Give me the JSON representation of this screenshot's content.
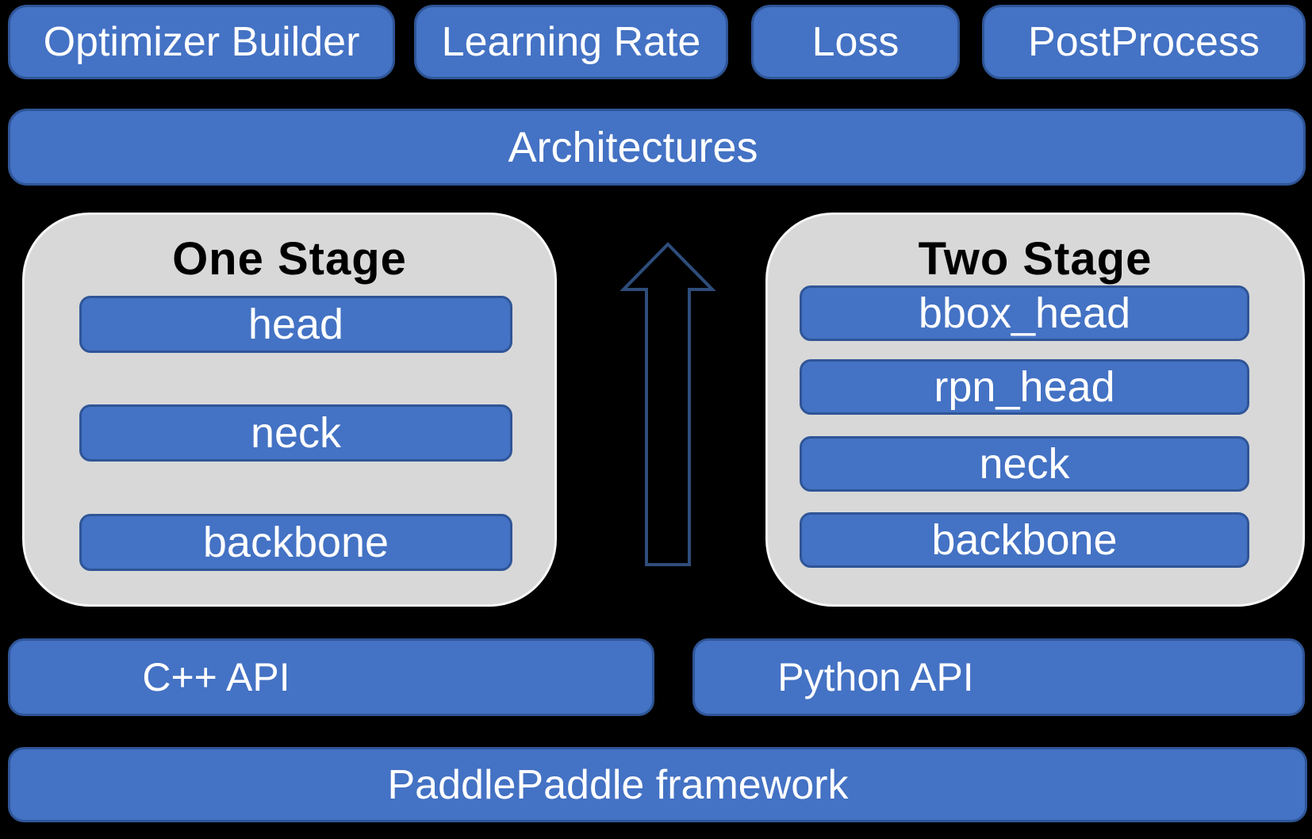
{
  "diagram": {
    "background": "#000000",
    "colors": {
      "box_fill": "#4472c4",
      "box_border": "#2f5597",
      "panel_fill": "#d8d8d8",
      "panel_border": "#f7f7f7",
      "arrow_stroke": "#2e4d7b",
      "text_light": "#ffffff",
      "text_dark": "#000000"
    },
    "top_row": {
      "items": [
        {
          "label": "Optimizer Builder"
        },
        {
          "label": "Learning Rate"
        },
        {
          "label": "Loss"
        },
        {
          "label": "PostProcess"
        }
      ]
    },
    "architectures": {
      "label": "Architectures"
    },
    "stages": [
      {
        "title": "One Stage",
        "layers": [
          {
            "label": "head"
          },
          {
            "label": "neck"
          },
          {
            "label": "backbone"
          }
        ]
      },
      {
        "title": "Two Stage",
        "layers": [
          {
            "label": "bbox_head"
          },
          {
            "label": "rpn_head"
          },
          {
            "label": "neck"
          },
          {
            "label": "backbone"
          }
        ]
      }
    ],
    "arrow": {
      "icon": "up-arrow",
      "direction": "up"
    },
    "api_row": {
      "items": [
        {
          "label": "C++ API"
        },
        {
          "label": "Python API"
        }
      ]
    },
    "framework": {
      "label": "PaddlePaddle framework"
    }
  }
}
